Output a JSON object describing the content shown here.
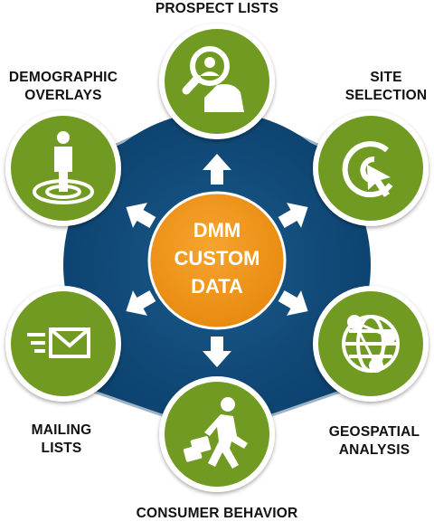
{
  "center": {
    "lines": [
      "DMM",
      "CUSTOM",
      "DATA"
    ]
  },
  "labels": {
    "prospect_lists": [
      "PROSPECT LISTS"
    ],
    "site_selection": [
      "SITE",
      "SELECTION"
    ],
    "geospatial_analysis": [
      "GEOSPATIAL",
      "ANALYSIS"
    ],
    "consumer_behavior": [
      "CONSUMER BEHAVIOR"
    ],
    "mailing_lists": [
      "MAILING",
      "LISTS"
    ],
    "demographic_overlays": [
      "DEMOGRAPHIC",
      "OVERLAYS"
    ]
  },
  "icons": {
    "prospect_lists": "person-search-icon",
    "site_selection": "target-cursor-icon",
    "geospatial_analysis": "globe-network-icon",
    "consumer_behavior": "shopper-walking-icon",
    "mailing_lists": "envelope-icon",
    "demographic_overlays": "person-target-icon"
  },
  "colors": {
    "hexagon": "#0f4a79",
    "center": "#f0961c",
    "node": "#6f9a22",
    "node_ring": "#ffffff",
    "arrow": "#ffffff",
    "label": "#111111"
  }
}
